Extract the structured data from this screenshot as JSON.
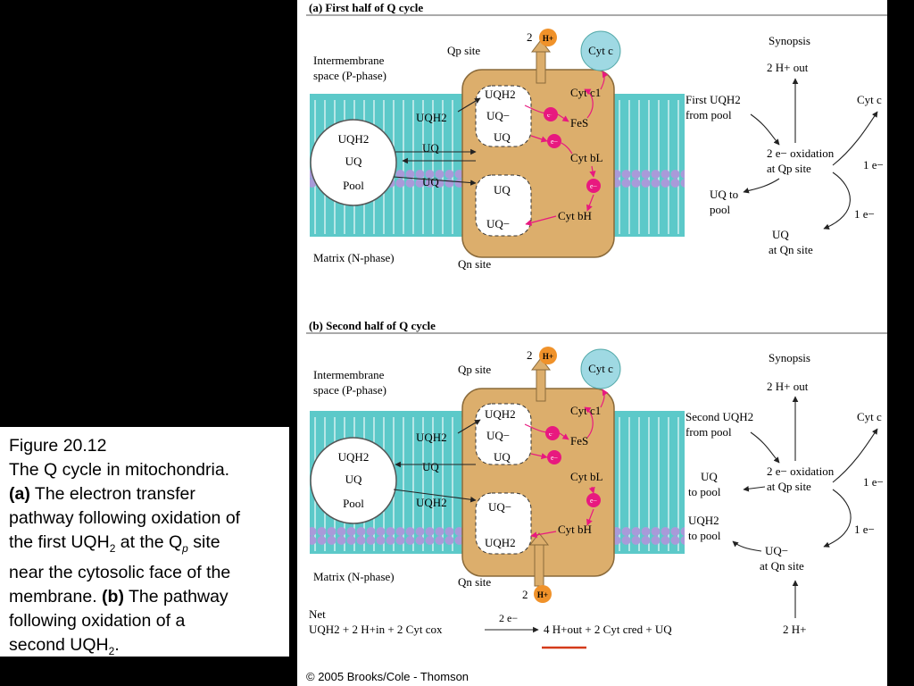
{
  "caption": {
    "figure_number": "Figure 20.12",
    "title": "The Q cycle in mitochondria.",
    "part_a_label": "(a)",
    "part_a_text_1": " The electron transfer",
    "part_a_text_2": "pathway following oxidation of",
    "part_a_text_3a": "the first UQH",
    "part_a_text_3b": "2",
    "part_a_text_3c": " at the Q",
    "part_a_text_3d": "p",
    "part_a_text_3e": " site",
    "part_a_text_4": "near the cytosolic face of the",
    "part_a_text_5a": "membrane. ",
    "part_b_label": "(b)",
    "part_b_text_1": " The pathway",
    "part_b_text_2": "following oxidation of a",
    "part_b_text_3a": "second UQH",
    "part_b_text_3b": "2",
    "part_b_text_3c": "."
  },
  "panel_a": {
    "title": "(a) First half of Q cycle",
    "intermembrane_1": "Intermembrane",
    "intermembrane_2": "space (P-phase)",
    "matrix": "Matrix (N-phase)",
    "qp_site": "Qp site",
    "qn_site": "Qn site",
    "two_h": "2",
    "h_plus": "H+",
    "cyt_c": "Cyt c",
    "cyt_c1": "Cyt c1",
    "fes": "FeS",
    "cyt_bl": "Cyt bL",
    "cyt_bh": "Cyt bH",
    "e_minus": "e−",
    "pool_uqh2": "UQH2",
    "pool_uq": "UQ",
    "pool_pool": "Pool",
    "membrane_uqh2": "UQH2",
    "membrane_uq_1": "UQ",
    "membrane_uq_2": "UQ",
    "qp_uqh2": "UQH2",
    "qp_uq_minus": "UQ−",
    "qp_uq": "UQ",
    "qn_uq": "UQ",
    "qn_uq_minus": "UQ−",
    "synopsis": {
      "title": "Synopsis",
      "h_out": "2 H+ out",
      "first_uqh2_1": "First UQH2",
      "first_uqh2_2": "from pool",
      "oxidation_1": "2 e− oxidation",
      "oxidation_2": "at Qp site",
      "cyt_c": "Cyt c",
      "one_e_1": "1 e−",
      "one_e_2": "1 e−",
      "uq_to_1": "UQ to",
      "uq_to_2": "pool",
      "uq_at_1": "UQ",
      "uq_at_2": "at Qn site"
    }
  },
  "panel_b": {
    "title": "(b) Second half of Q cycle",
    "intermembrane_1": "Intermembrane",
    "intermembrane_2": "space (P-phase)",
    "matrix": "Matrix (N-phase)",
    "qp_site": "Qp site",
    "qn_site": "Qn site",
    "two_h_top": "2",
    "two_h_bottom": "2",
    "h_plus": "H+",
    "cyt_c": "Cyt c",
    "cyt_c1": "Cyt c1",
    "fes": "FeS",
    "cyt_bl": "Cyt bL",
    "cyt_bh": "Cyt bH",
    "e_minus": "e−",
    "pool_uqh2": "UQH2",
    "pool_uq": "UQ",
    "pool_pool": "Pool",
    "membrane_uqh2_top": "UQH2",
    "membrane_uq": "UQ",
    "membrane_uqh2_bottom": "UQH2",
    "qp_uqh2": "UQH2",
    "qp_uq_minus": "UQ−",
    "qp_uq": "UQ",
    "qn_uq_minus": "UQ−",
    "qn_uqh2": "UQH2",
    "synopsis": {
      "title": "Synopsis",
      "h_out": "2 H+ out",
      "second_uqh2_1": "Second UQH2",
      "second_uqh2_2": "from pool",
      "oxidation_1": "2 e− oxidation",
      "oxidation_2": "at Qp site",
      "cyt_c": "Cyt c",
      "one_e_1": "1 e−",
      "one_e_2": "1 e−",
      "uq_to_1": "UQ",
      "uq_to_2": "to pool",
      "uqh2_to_1": "UQH2",
      "uqh2_to_2": "to pool",
      "uq_minus_1": "UQ−",
      "uq_minus_2": "at Qn site",
      "two_h_in": "2 H+"
    },
    "net": {
      "label": "Net",
      "equation_left": "UQH2  +  2 H+in  + 2 Cyt cox",
      "arrow_label": "2 e−",
      "equation_right": "4 H+out  + 2 Cyt cred + UQ"
    }
  },
  "copyright": "© 2005 Brooks/Cole - Thomson",
  "colors": {
    "membrane_teal": "#5cc9c9",
    "lipid_head": "#a99ad9",
    "complex_tan": "#dcae6c",
    "complex_border": "#8a6a3a",
    "proton_orange": "#f0922a",
    "electron_magenta": "#e8197f",
    "cyt_c_blue": "#9fd9e3",
    "underline_red": "#d43a1a"
  }
}
